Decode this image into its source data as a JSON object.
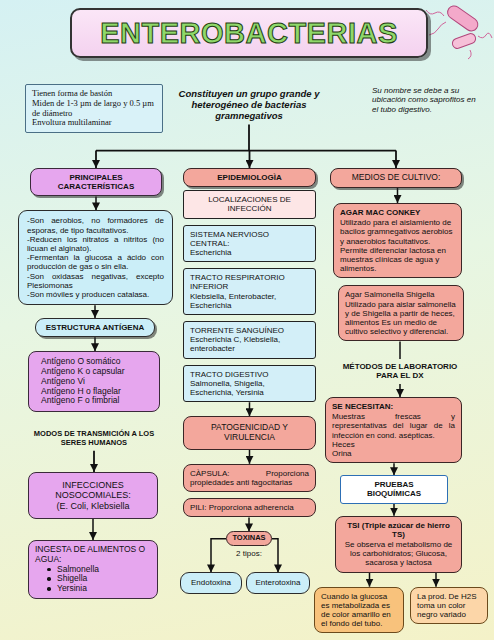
{
  "diagram": {
    "title": "ENTEROBACTERIAS",
    "nodes": [
      {
        "text": [
          "Tienen forma de bastón",
          "Miden de 1-3 µm de largo y 0.5 µm de diámetro",
          "Envoltura multilaminar"
        ]
      },
      {
        "text": [
          "PRINCIPALES CARACTERÍSTICAS"
        ]
      },
      {
        "text": [
          "-Son aerobios, no formadores de esporas, de tipo facultativos.",
          "-Reducen los nitratos a nitritos (no licuan el alginato).",
          "-Fermentan la glucosa a ácido con producción de gas o sin ella.",
          "-Son oxidasas negativas, excepto Plesiomonas",
          "-Son móviles y producen catalasa."
        ]
      },
      {
        "text": [
          "ESTRUCTURA ANTÍGENA"
        ]
      },
      {
        "text": [
          "Antígeno O somático",
          "Antígeno K o capsular",
          "Antígeno Vi",
          "Antígeno H o flagelar",
          "Antígeno F o fimbrial"
        ]
      },
      {
        "text": [
          "INFECCIONES NOSOCOMIALES:",
          "(E. Coli, Klebsiella"
        ]
      },
      {
        "text": [
          "INGESTA DE ALIMENTOS O AGUA:",
          "Salmonella",
          "Shigella",
          "Yersinia"
        ]
      },
      {
        "text": [
          "EPIDEMIOLOGÌA"
        ]
      },
      {
        "text": [
          "LOCALIZACIONES DE INFECCIÓN"
        ]
      },
      {
        "text": [
          "SISTEMA NERVIOSO CENTRAL:",
          "Escherichia"
        ]
      },
      {
        "text": [
          "TRACTO RESPIRATORIO INFERIOR",
          "Klebsiella, Enterobacter, Escherichia"
        ]
      },
      {
        "text": [
          "TORRENTE SANGUÍNEO",
          "Escherichia C, Klebsiella, enterobacter"
        ]
      },
      {
        "text": [
          "TRACTO DIGESTIVO",
          "Salmonella, Shigella, Escherichia, Yersinia"
        ]
      },
      {
        "text": [
          "PATOGENICIDAD Y VIRULENCIA"
        ]
      },
      {
        "text": [
          "CÀPSULA: Proporciona propiedades anti fagocitarias"
        ]
      },
      {
        "text": [
          "PILI: Proporciona adherencia"
        ]
      },
      {
        "text": [
          "TOXINAS"
        ]
      },
      {
        "text": [
          "Endotoxina"
        ]
      },
      {
        "text": [
          "Enterotoxina"
        ]
      },
      {
        "text": [
          "MEDIOS DE CULTIVO:"
        ]
      },
      {
        "text": [
          "AGAR MAC CONKEY",
          "Utilizado para el aislamiento de bacilos gramnegativos aerobios y anaerobios facultativos. Permite diferenciar lactosa en muestras clínicas de agua y alimentos."
        ]
      },
      {
        "text": [
          "Agar Salmonella Shigella",
          "Utilizado para aislar salmonella y de Shigella a partir de heces, alimentos Es un medio de cultivo selectivo y diferencial."
        ]
      },
      {
        "text": [
          "SE NECESITAN:",
          "Muestras frescas y representativas del lugar de la infección en cond. asépticas.",
          "Heces",
          "Orina"
        ]
      },
      {
        "text": [
          "PRUEBAS BIOQUÍMICAS"
        ]
      },
      {
        "text": [
          "TSI (Triple azúcar de hierro TS)",
          "Se observa el metabolismo de los carbohidratos; Glucosa, sacarosa y lactosa"
        ]
      },
      {
        "text": [
          "Cuando la glucosa es metabolizada es de color amarillo en el fondo del tubo."
        ]
      },
      {
        "text": [
          "La prod. De H2S toma un color negro variado"
        ]
      }
    ],
    "edges": [
      {
        "from": 1,
        "to": 2,
        "arrow": "to"
      },
      {
        "from": 2,
        "to": 3,
        "arrow": "to"
      },
      {
        "from": 3,
        "to": 4,
        "arrow": "to"
      },
      {
        "from": 5,
        "to": 6,
        "arrow": "to"
      },
      {
        "from": 12,
        "to": 13,
        "arrow": "to"
      },
      {
        "from": 13,
        "to": 14,
        "arrow": "to"
      },
      {
        "from": 15,
        "to": 16,
        "arrow": "to"
      },
      {
        "from": 16,
        "to": 17,
        "arrow": "to"
      },
      {
        "from": 16,
        "to": 18,
        "arrow": "to"
      },
      {
        "from": 19,
        "to": 20,
        "arrow": "to"
      },
      {
        "from": 21,
        "to": 22,
        "label": "MÉTODOS DE LABORATORIO PARA EL DX",
        "arrow": "to"
      },
      {
        "from": 22,
        "to": 23,
        "arrow": "to"
      },
      {
        "from": 23,
        "to": 24,
        "arrow": "to"
      },
      {
        "from": 24,
        "to": 25,
        "arrow": "to"
      },
      {
        "from": 24,
        "to": 26,
        "arrow": "to"
      }
    ],
    "labels": [
      "Constituyen un grupo grande y heterogéneo de bacterias gramnegativos",
      "Su nombre se debe a su ubicación como saprofitos en el tubo digestivo.",
      "MODOS DE TRANSMICIÓN A LOS SERES HUMANOS",
      "2 tipos:"
    ]
  }
}
